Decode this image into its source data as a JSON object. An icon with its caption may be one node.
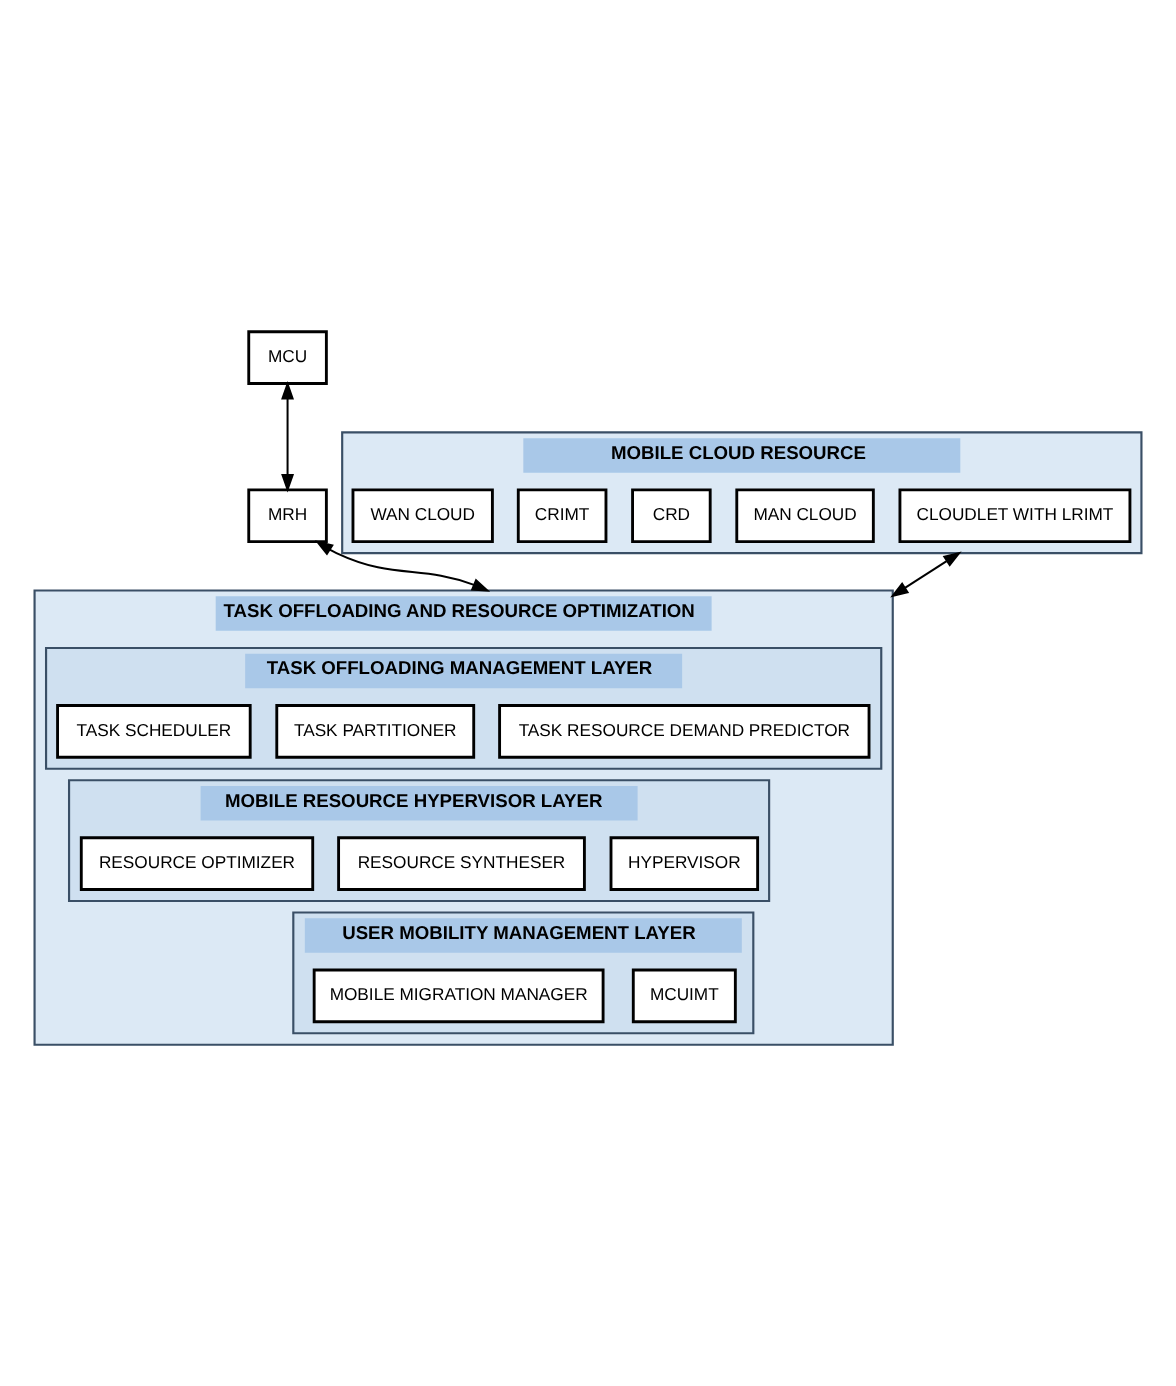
{
  "diagram": {
    "nodes": [
      {
        "text": [
          "MCU"
        ]
      },
      {
        "text": [
          "MRH"
        ]
      },
      {
        "text": [
          "MOBILE CLOUD RESOURCE"
        ]
      },
      {
        "text": [
          "CLOUDLET WITH LRIMT"
        ],
        "in": 2
      },
      {
        "text": [
          "MAN CLOUD"
        ],
        "in": 2
      },
      {
        "text": [
          "CRD"
        ],
        "in": 2
      },
      {
        "text": [
          "CRIMT"
        ],
        "in": 2
      },
      {
        "text": [
          "WAN CLOUD"
        ],
        "in": 2
      },
      {
        "text": [
          "TASK OFFLOADING AND RESOURCE OPTIMIZATION"
        ]
      },
      {
        "text": [
          "TASK OFFLOADING MANAGEMENT LAYER"
        ],
        "in": 8
      },
      {
        "text": [
          "TASK RESOURCE DEMAND PREDICTOR"
        ],
        "in": 9
      },
      {
        "text": [
          "TASK PARTITIONER"
        ],
        "in": 9
      },
      {
        "text": [
          "TASK SCHEDULER"
        ],
        "in": 9
      },
      {
        "text": [
          "MOBILE RESOURCE HYPERVISOR LAYER"
        ],
        "in": 8
      },
      {
        "text": [
          "HYPERVISOR"
        ],
        "in": 13
      },
      {
        "text": [
          "RESOURCE SYNTHESER"
        ],
        "in": 13
      },
      {
        "text": [
          "RESOURCE OPTIMIZER"
        ],
        "in": 13
      },
      {
        "text": [
          "USER MOBILITY MANAGEMENT LAYER"
        ],
        "in": 8
      },
      {
        "text": [
          "MCUIMT"
        ],
        "in": 17
      },
      {
        "text": [
          "MOBILE MIGRATION MANAGER"
        ],
        "in": 17
      }
    ],
    "edges": [
      {
        "from": 0,
        "to": 1,
        "arrow": "both"
      },
      {
        "from": 1,
        "to": 8,
        "arrow": "both"
      },
      {
        "from": 2,
        "to": 8,
        "arrow": "both"
      }
    ]
  }
}
